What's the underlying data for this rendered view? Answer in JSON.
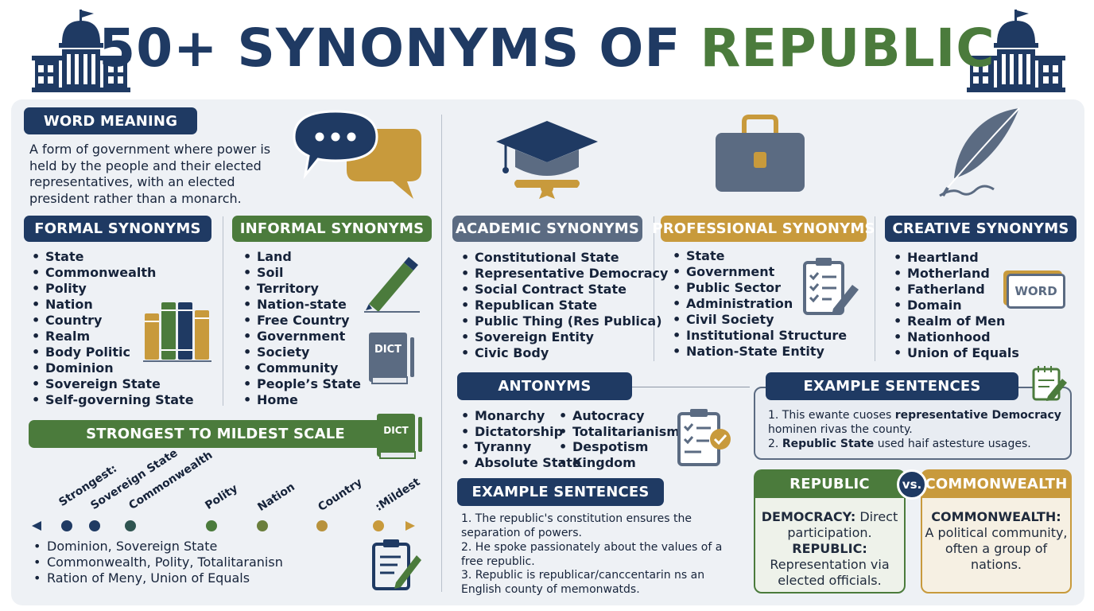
{
  "title": {
    "main": "50+ SYNONYMS OF",
    "accent": "REPUBLIC"
  },
  "colors": {
    "navy": "#1f3a63",
    "green": "#4b7b3c",
    "gold": "#c89a3c",
    "slate": "#5b6b82",
    "panel": "#eef1f5"
  },
  "word_meaning": {
    "heading": "WORD MEANING",
    "text": "A form of government where power is held by the people and their elected representatives, with an elected president rather than a monarch."
  },
  "formal": {
    "heading": "FORMAL SYNONYMS",
    "items": [
      "State",
      "Commonwealth",
      "Polity",
      "Nation",
      "Country",
      "Realm",
      "Body Politic",
      "Dominion",
      "Sovereign State",
      "Self-governing State"
    ]
  },
  "informal": {
    "heading": "INFORMAL SYNONYMS",
    "items": [
      "Land",
      "Soil",
      "Territory",
      "Nation-state",
      "Free Country",
      "Government",
      "Society",
      "Community",
      "People’s State",
      "Home"
    ],
    "dict_label": "DICT"
  },
  "scale": {
    "heading": "STRONGEST TO MILDEST SCALE",
    "dict_label": "DICT",
    "labels": [
      "Strongest:",
      "Sovereign State",
      "Commonwealth",
      "Polity",
      "Nation",
      "Country",
      ":Mildest"
    ],
    "items": [
      "Dominion, Sovereign State",
      "Commonwealth, Polity, Totalitaranisn",
      "Ration of Meny, Union of Equals"
    ]
  },
  "academic": {
    "heading": "ACADEMIC SYNONYMS",
    "items": [
      "Constitutional State",
      "Representative Democracy",
      "Social Contract State",
      "Republican State",
      "Public Thing (Res Publica)",
      "Sovereign Entity",
      "Civic Body"
    ]
  },
  "professional": {
    "heading": "PROFESSIONAL SYNONYMS",
    "items": [
      "State",
      "Government",
      "Public Sector",
      "Administration",
      "Civil Society",
      "Institutional Structure",
      "Nation-State Entity"
    ]
  },
  "creative": {
    "heading": "CREATIVE SYNONYMS",
    "items": [
      "Heartland",
      "Motherland",
      "Fatherland",
      "Domain",
      "Realm of Men",
      "Nationhood",
      "Union of Equals"
    ],
    "word_label": "WORD"
  },
  "antonyms": {
    "heading": "ANTONYMS",
    "col1": [
      "Monarchy",
      "Dictatorship",
      "Tyranny",
      "Absolute State"
    ],
    "col2": [
      "Autocracy",
      "Totalitarianism",
      "Despotism",
      "Kingdom"
    ]
  },
  "examples_left": {
    "heading": "EXAMPLE SENTENCES",
    "items": [
      "1. The republic's constitution ensures the separation of powers.",
      "2. He spoke passionately about the values of a free republic.",
      "3. Republic is republicar/canccentarin ns an English county of memonwatds."
    ]
  },
  "examples_right": {
    "heading": "EXAMPLE SENTENCES",
    "line1_a": "1. This ewante cuoses ",
    "line1_b": "representative Democracy",
    "line1_c": " hominen rivas the county.",
    "line2_a": "2. ",
    "line2_b": "Republic State",
    "line2_c": " used haif astesture usages."
  },
  "compare": {
    "left_heading": "REPUBLIC",
    "vs": "vs.",
    "right_heading": "COMMONWEALTH",
    "left_b1": "DEMOCRACY:",
    "left_t1": " Direct participation.",
    "left_b2": "REPUBLIC:",
    "left_t2": "Representation via elected officials.",
    "right_b": "COMMONWEALTH:",
    "right_t": "A political community, often a group of nations."
  }
}
